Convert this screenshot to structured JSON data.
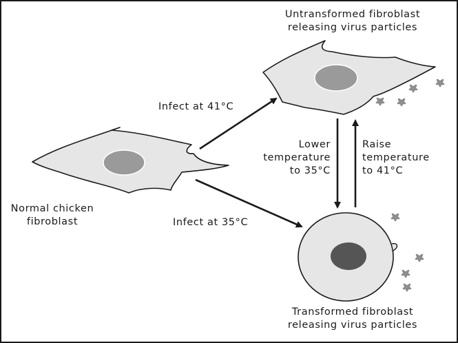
{
  "labels": {
    "untransformed_line1": "Untransformed fibroblast",
    "untransformed_line2": "releasing virus particles",
    "infect_41": "Infect at 41°C",
    "lower_line1": "Lower",
    "lower_line2": "temperature",
    "lower_line3": "to 35°C",
    "raise_line1": "Raise",
    "raise_line2": "temperature",
    "raise_line3": "to 41°C",
    "normal_line1": "Normal chicken",
    "normal_line2": "fibroblast",
    "infect_35": "Infect at 35°C",
    "transformed_line1": "Transformed fibroblast",
    "transformed_line2": "releasing virus particles"
  },
  "colors": {
    "cell_fill": "#e6e6e6",
    "nucleus_flat": "#9a9a9a",
    "nucleus_round": "#555555",
    "virus": "#8c8c8c",
    "ink": "#1a1a1a"
  }
}
